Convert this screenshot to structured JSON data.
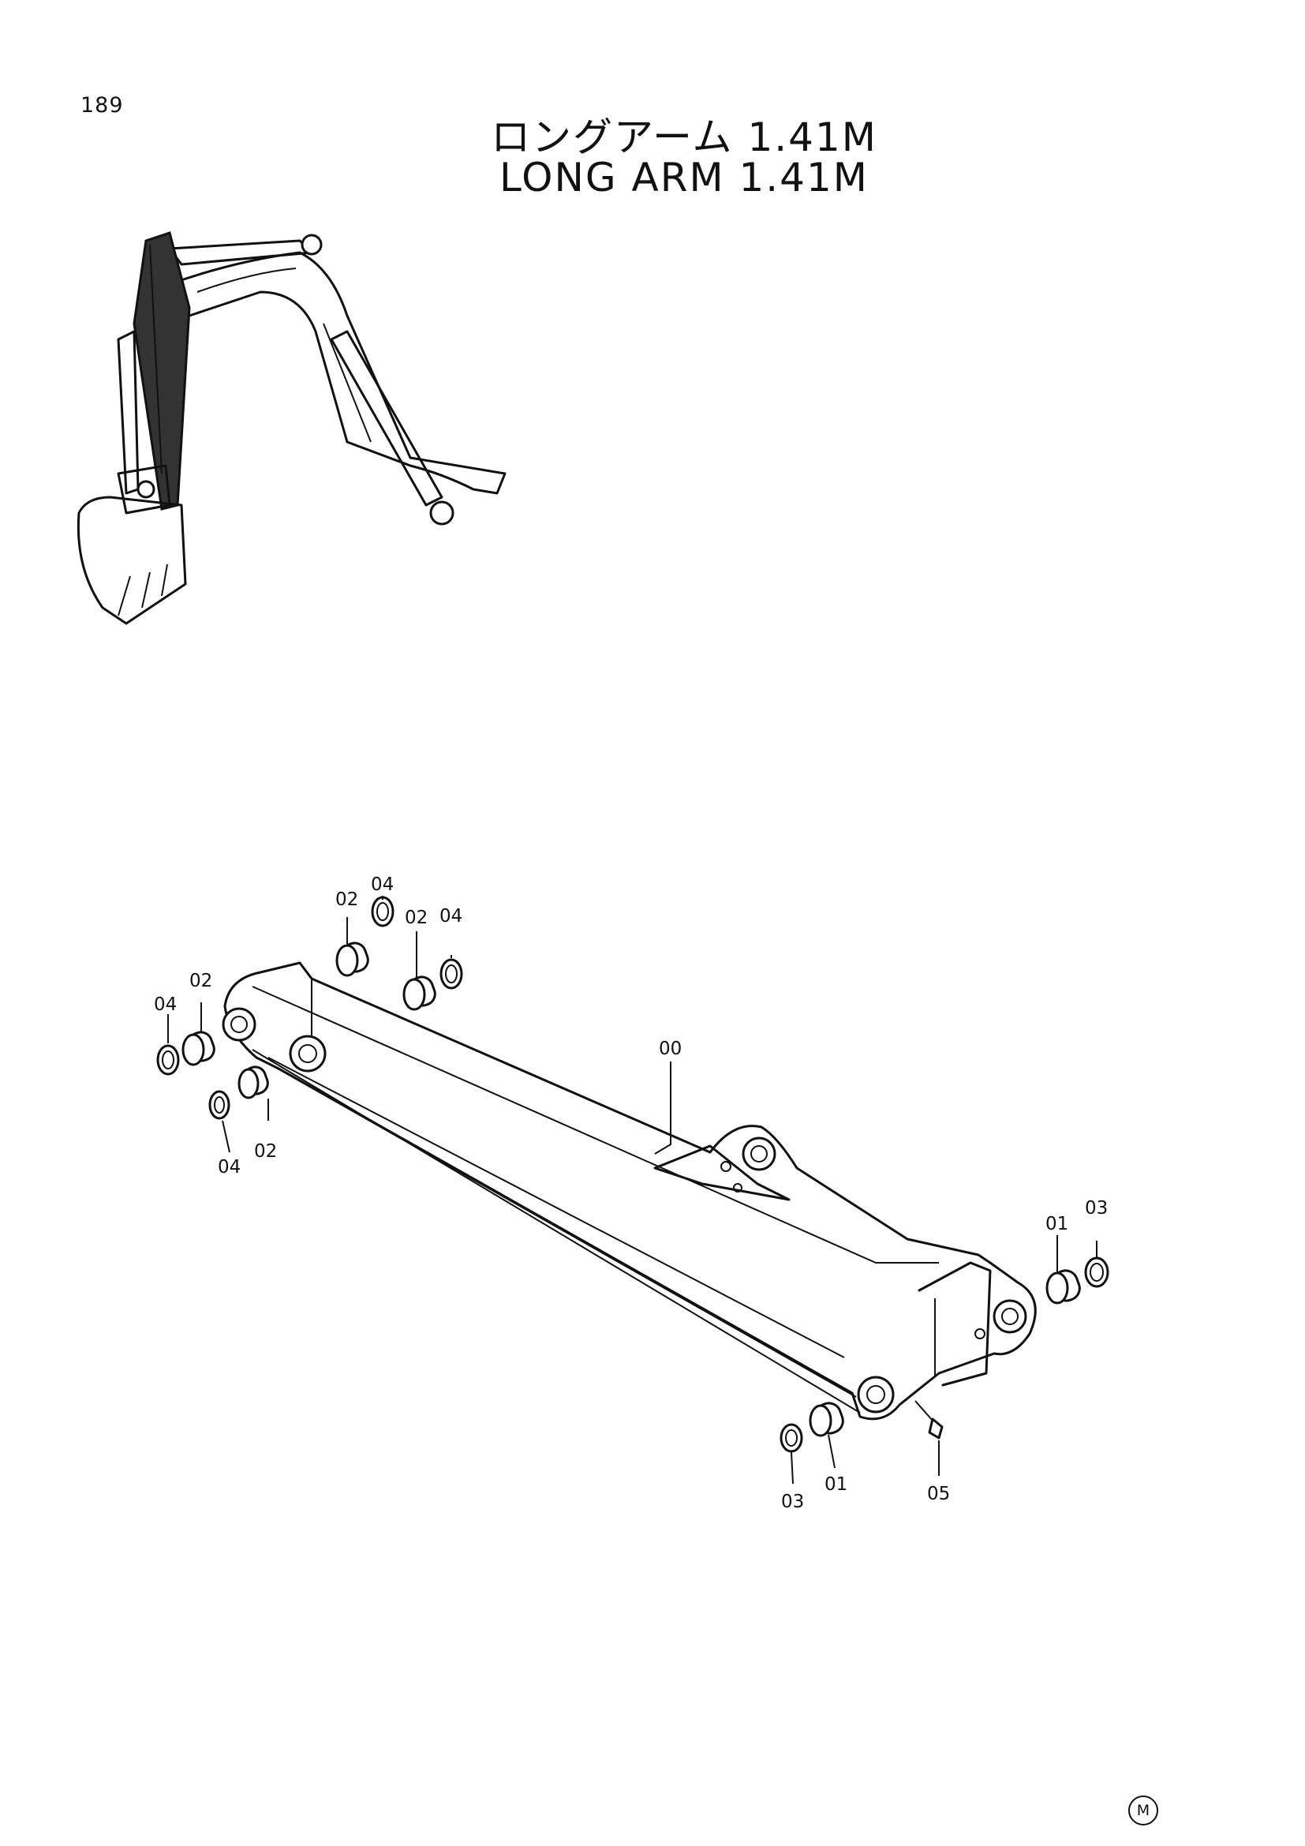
{
  "page_number": "189",
  "title_jp": "ロングアーム 1.41M",
  "title_en": "LONG ARM 1.41M",
  "mark": "M",
  "callouts": [
    "04",
    "02",
    "02",
    "04",
    "04",
    "02",
    "04",
    "02",
    "00",
    "01",
    "03",
    "03",
    "01",
    "05"
  ]
}
